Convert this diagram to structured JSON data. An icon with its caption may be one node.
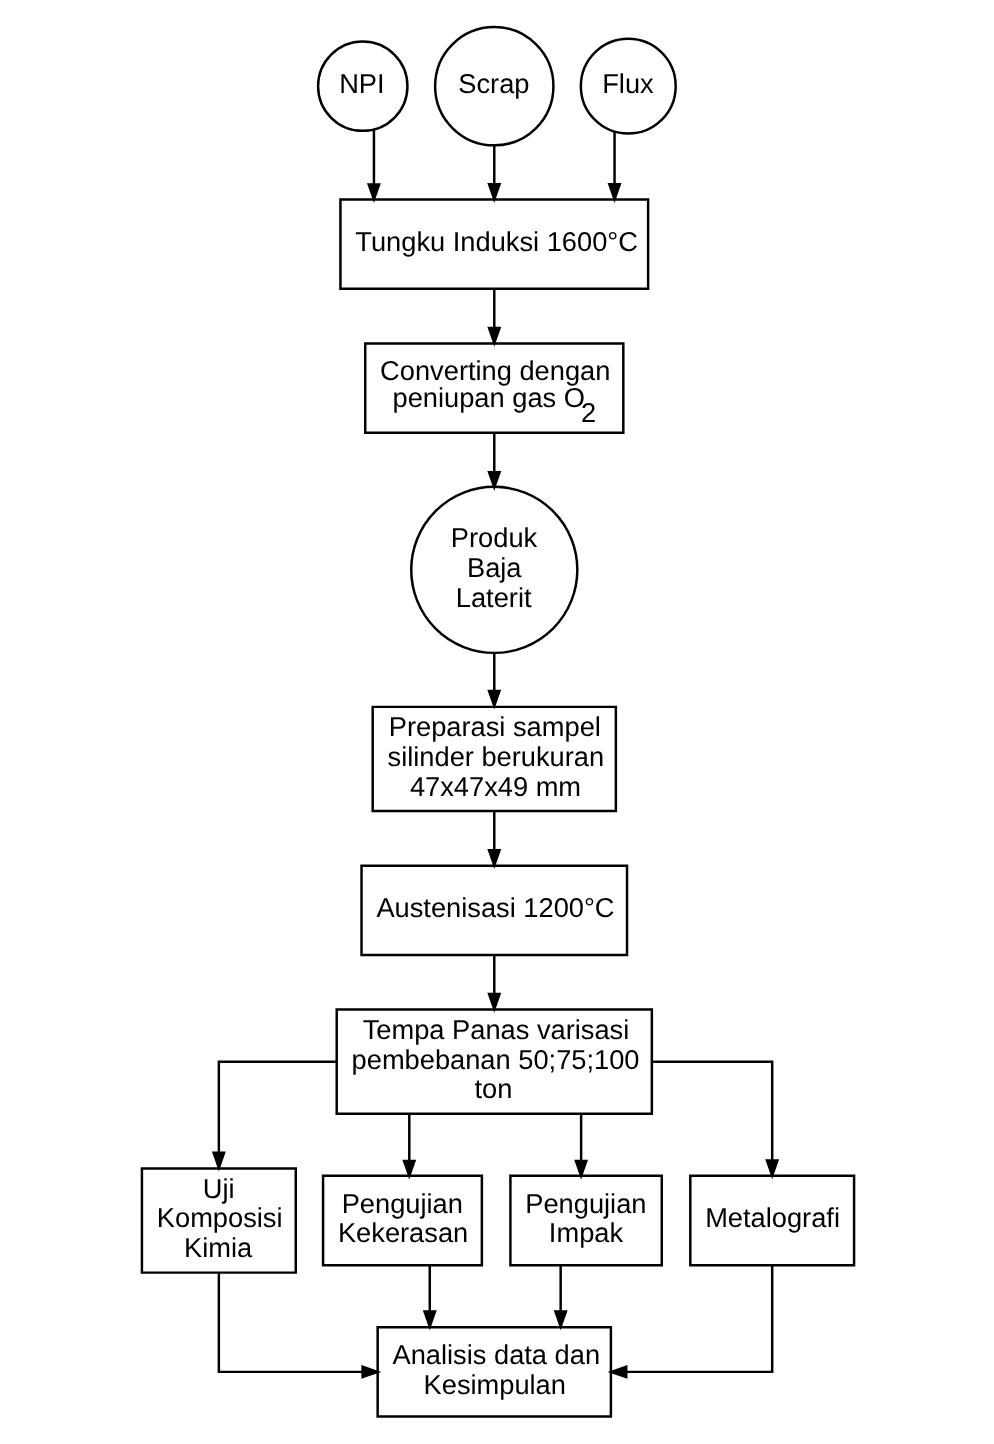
{
  "diagram": {
    "nodes": [
      {
        "text": [
          "NPI"
        ]
      },
      {
        "text": [
          "Scrap"
        ]
      },
      {
        "text": [
          "Flux"
        ]
      },
      {
        "text": [
          "Tungku Induksi 1600°C"
        ]
      },
      {
        "text": [
          "Converting dengan peniupan gas O$_{2}$"
        ]
      },
      {
        "text": [
          "Produk Baja Laterit"
        ]
      },
      {
        "text": [
          "Preparasi sampel silinder berukuran 47x47x49 mm"
        ]
      },
      {
        "text": [
          "Austenisasi 1200°C"
        ]
      },
      {
        "text": [
          "Tempa Panas varisasi pembebanan 50;75;100 ton"
        ]
      },
      {
        "text": [
          "Uji Komposisi Kimia"
        ]
      },
      {
        "text": [
          "Pengujian Kekerasan"
        ]
      },
      {
        "text": [
          "Pengujian Impak"
        ]
      },
      {
        "text": [
          "Metalografi"
        ]
      },
      {
        "text": [
          "Analisis data dan Kesimpulan"
        ]
      }
    ],
    "edges": [
      {
        "from": 0,
        "to": 3,
        "arrow": "to"
      },
      {
        "from": 1,
        "to": 3,
        "arrow": "to"
      },
      {
        "from": 2,
        "to": 3,
        "arrow": "to"
      },
      {
        "from": 3,
        "to": 4,
        "arrow": "to"
      },
      {
        "from": 4,
        "to": 5,
        "arrow": "to"
      },
      {
        "from": 5,
        "to": 6,
        "arrow": "to"
      },
      {
        "from": 6,
        "to": 7,
        "arrow": "to"
      },
      {
        "from": 7,
        "to": 8,
        "arrow": "to"
      },
      {
        "from": 8,
        "to": 9,
        "arrow": "to"
      },
      {
        "from": 8,
        "to": 10,
        "arrow": "to"
      },
      {
        "from": 8,
        "to": 11,
        "arrow": "to"
      },
      {
        "from": 8,
        "to": 12,
        "arrow": "to"
      },
      {
        "from": 9,
        "to": 13,
        "arrow": "to"
      },
      {
        "from": 10,
        "to": 13,
        "arrow": "to"
      },
      {
        "from": 11,
        "to": 13,
        "arrow": "to"
      },
      {
        "from": 12,
        "to": 13,
        "arrow": "to"
      }
    ]
  }
}
